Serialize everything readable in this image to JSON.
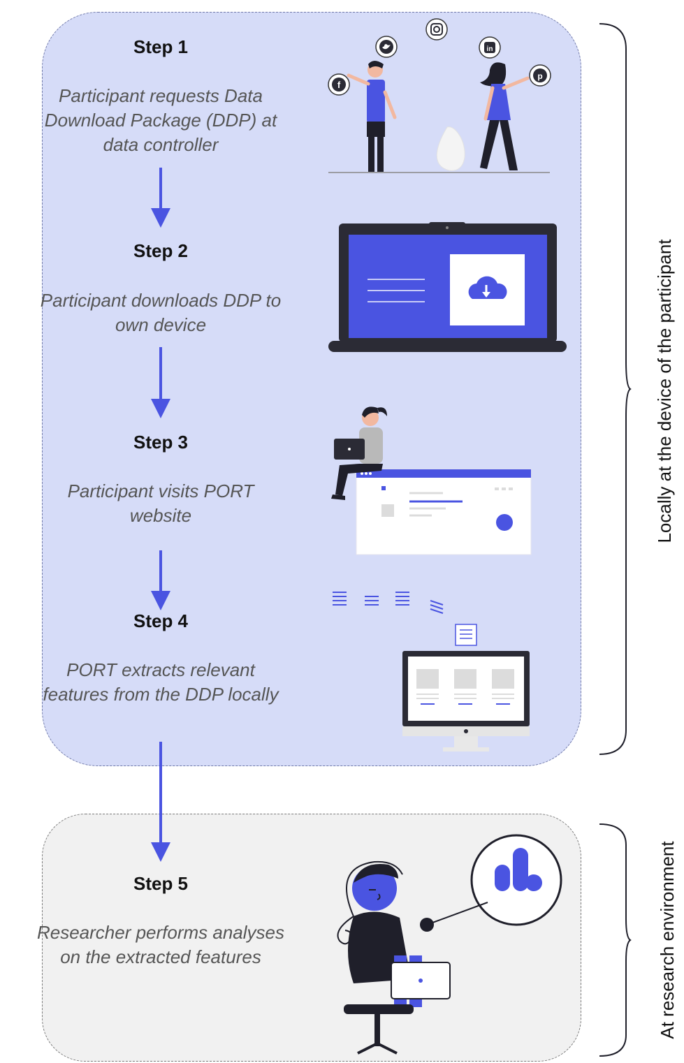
{
  "steps": [
    {
      "title": "Step 1",
      "description": "Participant requests Data Download Package (DDP) at data controller"
    },
    {
      "title": "Step 2",
      "description": "Participant downloads DDP to own device"
    },
    {
      "title": "Step 3",
      "description": "Participant visits PORT website"
    },
    {
      "title": "Step 4",
      "description": "PORT extracts relevant features from the DDP locally"
    },
    {
      "title": "Step 5",
      "description": "Researcher performs analyses on the extracted features"
    }
  ],
  "side_labels": {
    "local": "Locally at the device of the participant",
    "research": "At research environment"
  },
  "colors": {
    "accent": "#4a54e1",
    "local_region": "#d6dcf8",
    "research_region": "#f1f1f1",
    "dark": "#2b2b35"
  },
  "icons": [
    "facebook-icon",
    "twitter-icon",
    "instagram-icon",
    "linkedin-icon",
    "pinterest-icon",
    "cloud-download-icon",
    "bar-chart-icon"
  ]
}
